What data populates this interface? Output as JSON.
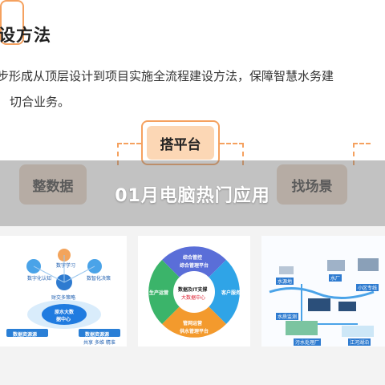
{
  "slide": {
    "title": "设方法",
    "line1": "步形成从顶层设计到项目实施全流程建设方法，保障智慧水务建",
    "line2": "切合业务。",
    "center_box": "搭平台",
    "left_box": "整数据",
    "right_box": "找场景"
  },
  "overlay": {
    "title": "01月电脑热门应用"
  },
  "thumb1": {
    "n1": "数字化认知",
    "n2": "数字学习",
    "n3": "数智化决策",
    "center": "财交多策略",
    "hub_line1": "原水大数",
    "hub_line2": "据中心",
    "b1": "数据资源源",
    "b2": "数据资源源",
    "b3": "共享 多维 精准"
  },
  "thumb2": {
    "top": "综合管控",
    "top_sub": "综合管理平台",
    "left": "生产运营",
    "center_line1": "数据及IT支撑",
    "center_line2": "大数据中心",
    "right": "客户服务",
    "bottom": "管网运营",
    "bottom_sub": "供水管理平台"
  },
  "thumb3": {
    "labels": [
      "水源地",
      "水厂",
      "小区专线",
      "水质监测",
      "污水处理厂",
      "江河湖泊"
    ]
  }
}
